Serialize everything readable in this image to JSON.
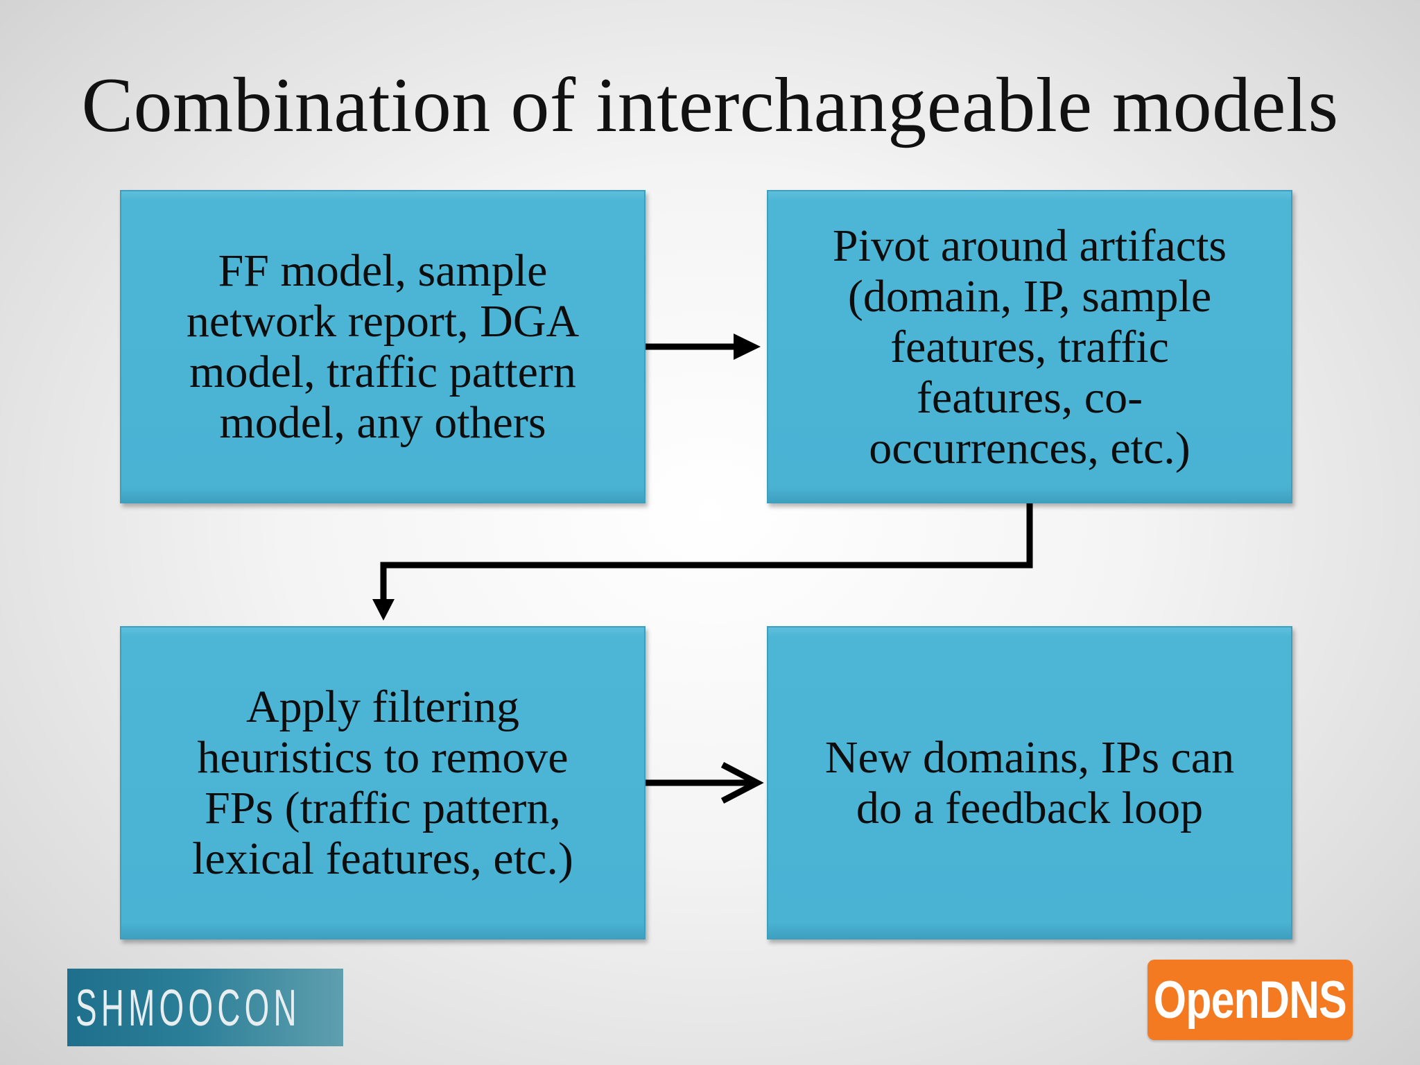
{
  "slide": {
    "title": "Combination of interchangeable models"
  },
  "diagram": {
    "boxes": [
      {
        "id": "box1",
        "text": "FF model, sample\nnetwork report, DGA\nmodel, traffic pattern\nmodel, any others"
      },
      {
        "id": "box2",
        "text": "Pivot around artifacts\n(domain, IP, sample\nfeatures, traffic\nfeatures, co-\noccurrences, etc.)"
      },
      {
        "id": "box3",
        "text": "Apply filtering\nheuristics to remove\nFPs (traffic pattern,\nlexical features, etc.)"
      },
      {
        "id": "box4",
        "text": "New domains, IPs can\ndo a feedback loop"
      }
    ],
    "connections": [
      {
        "from": "box1",
        "to": "box2"
      },
      {
        "from": "box2",
        "to": "box3"
      },
      {
        "from": "box3",
        "to": "box4"
      }
    ],
    "colors": {
      "box_fill": "#4ab2d3",
      "arrow": "#000000"
    }
  },
  "logos": {
    "shmoocon": "SHMOOCON",
    "opendns": "OpenDNS",
    "opendns_color": "#f47a22"
  }
}
